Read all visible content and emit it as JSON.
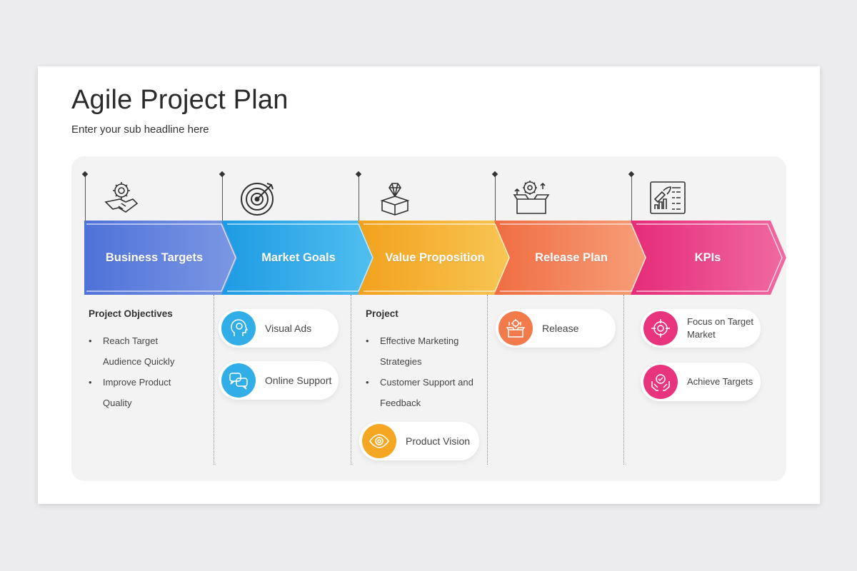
{
  "title": "Agile Project Plan",
  "subtitle": "Enter your sub headline here",
  "colors": {
    "blue": "#5b7fdc",
    "sky": "#31aee8",
    "amber": "#f5a623",
    "coral": "#f27a4b",
    "pink": "#e8337d"
  },
  "stages": [
    {
      "label": "Business Targets",
      "icon": "handshake-gears-icon",
      "color": "#5b7fdc"
    },
    {
      "label": "Market Goals",
      "icon": "target-arrow-icon",
      "color": "#31aee8"
    },
    {
      "label": "Value Proposition",
      "icon": "diamond-box-icon",
      "color": "#f5a623"
    },
    {
      "label": "Release Plan",
      "icon": "gear-box-icon",
      "color": "#f27a4b"
    },
    {
      "label": "KPIs",
      "icon": "rocket-dashboard-icon",
      "color": "#e8337d"
    }
  ],
  "business": {
    "heading": "Project Objectives",
    "bullets": [
      "Reach Target",
      "Audience Quickly",
      "Improve Product",
      "Quality"
    ]
  },
  "market": {
    "items": [
      {
        "label": "Visual Ads",
        "icon": "head-idea-icon"
      },
      {
        "label": "Online Support",
        "icon": "chat-bubbles-icon"
      }
    ]
  },
  "value": {
    "heading": "Project",
    "bullets": [
      "Effective Marketing",
      "Strategies",
      "Customer Support and",
      "Feedback"
    ],
    "item": {
      "label": "Product Vision",
      "icon": "eye-icon"
    }
  },
  "release": {
    "item": {
      "label": "Release",
      "icon": "box-gear-icon"
    }
  },
  "kpis": {
    "items": [
      {
        "label": "Focus on Target Market",
        "icon": "crosshair-target-icon"
      },
      {
        "label": "Achieve Targets",
        "icon": "hands-badge-icon"
      }
    ]
  }
}
